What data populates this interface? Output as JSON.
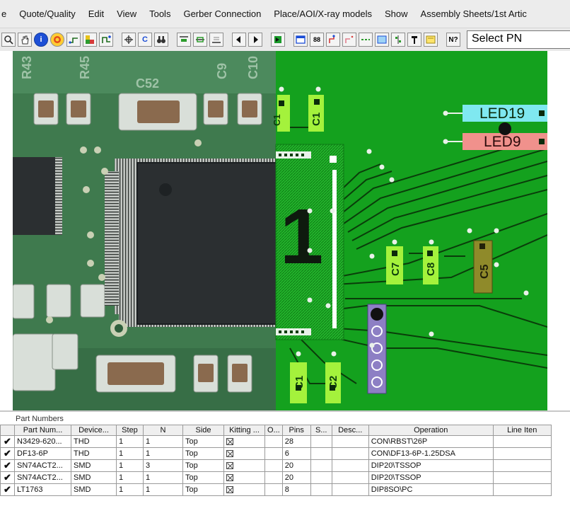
{
  "menu": {
    "items": [
      "e",
      "Quote/Quality",
      "Edit",
      "View",
      "Tools",
      "Gerber Connection",
      "Place/AOI/X-ray models",
      "Show",
      "Assembly Sheets/1st Artic"
    ]
  },
  "toolbar": {
    "select_pn_value": "Select PN"
  },
  "board": {
    "silkscreen": [
      "R43",
      "R45",
      "C52",
      "C9",
      "C10"
    ],
    "net_labels": [
      "LED19",
      "LED9"
    ],
    "components": [
      "C1",
      "C1",
      "C7",
      "C8",
      "C5",
      "C1",
      "C2"
    ],
    "pin1_marker": "1"
  },
  "parts_panel": {
    "caption": "Part Numbers",
    "columns": [
      "",
      "Part Num...",
      "Device...",
      "Step",
      "N",
      "Side",
      "Kitting ...",
      "O...",
      "Pins",
      "S...",
      "Desc...",
      "Operation",
      "Line Iten"
    ],
    "rows": [
      {
        "check": "✔",
        "part": "N3429-620...",
        "device": "THD",
        "step": "1",
        "n": "1",
        "side": "Top",
        "o": "",
        "pins": "28",
        "s": "",
        "desc": "",
        "operation": "CON\\RBST\\26P",
        "line": ""
      },
      {
        "check": "✔",
        "part": "DF13-6P",
        "device": "THD",
        "step": "1",
        "n": "1",
        "side": "Top",
        "o": "",
        "pins": "6",
        "s": "",
        "desc": "",
        "operation": "CON\\DF13-6P-1.25DSA",
        "line": ""
      },
      {
        "check": "✔",
        "part": "SN74ACT2...",
        "device": "SMD",
        "step": "1",
        "n": "3",
        "side": "Top",
        "o": "",
        "pins": "20",
        "s": "",
        "desc": "",
        "operation": "DIP20\\TSSOP",
        "line": ""
      },
      {
        "check": "✔",
        "part": "SN74ACT2...",
        "device": "SMD",
        "step": "1",
        "n": "1",
        "side": "Top",
        "o": "",
        "pins": "20",
        "s": "",
        "desc": "",
        "operation": "DIP20\\TSSOP",
        "line": ""
      },
      {
        "check": "✔",
        "part": "LT1763",
        "device": "SMD",
        "step": "1",
        "n": "1",
        "side": "Top",
        "o": "",
        "pins": "8",
        "s": "",
        "desc": "",
        "operation": "DIP8SO\\PC",
        "line": ""
      }
    ]
  },
  "colors": {
    "pcb_green": "#14a11e",
    "photo_green": "#3f7a4e",
    "chip_body": "#2b2f31",
    "component_lime": "#a4f23c",
    "led19_fill": "#7fe8f0",
    "led9_fill": "#f0918c",
    "cap_olive": "#8f8a2a",
    "connector_purple": "#8d7fc4"
  }
}
